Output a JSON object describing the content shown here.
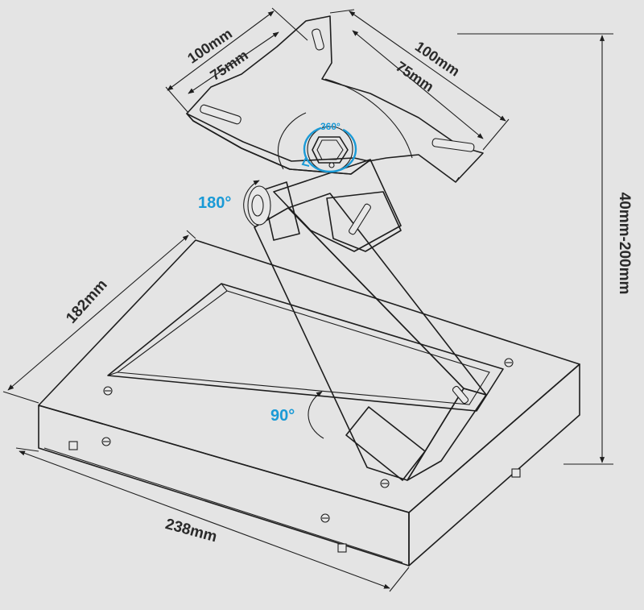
{
  "dimensions": {
    "base_width": "238mm",
    "base_depth": "182mm",
    "height_range": "40mm-200mm",
    "plate_outer_left": "100mm",
    "plate_inner_left": "75mm",
    "plate_outer_right": "100mm",
    "plate_inner_right": "75mm"
  },
  "angles": {
    "swivel": "360°",
    "tilt_top": "180°",
    "tilt_base": "90°"
  },
  "colors": {
    "angle_blue": "#1a9ad6",
    "line": "#1e1e1e",
    "background": "#e4e4e4",
    "surface": "#f4f4f4"
  }
}
